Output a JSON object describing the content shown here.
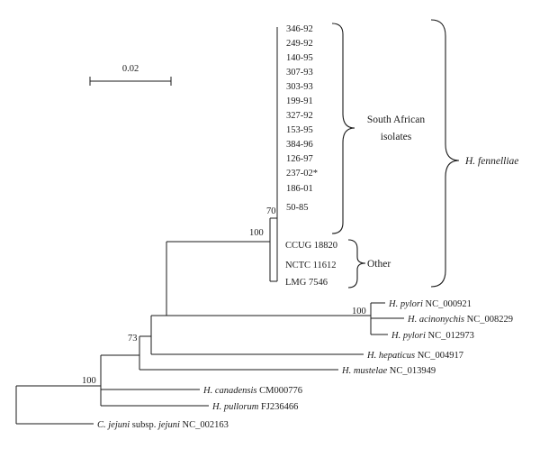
{
  "scale_bar": {
    "label": "0.02"
  },
  "bootstrap": {
    "b100_root": "100",
    "b73": "73",
    "b100_fenn": "100",
    "b70": "70",
    "b100_pylori": "100"
  },
  "taxa": {
    "sa": [
      "346-92",
      "249-92",
      "140-95",
      "307-93",
      "303-93",
      "199-91",
      "327-92",
      "153-95",
      "384-96",
      "126-97",
      "237-02*",
      "186-01",
      "50-85"
    ],
    "other": [
      "CCUG 18820",
      "NCTC 11612",
      "LMG 7546"
    ],
    "hp1": {
      "species": "H. pylori",
      "acc": " NC_000921"
    },
    "hacin": {
      "species": "H. acinonychis",
      "acc": " NC_008229"
    },
    "hp2": {
      "species": "H. pylori",
      "acc": " NC_012973"
    },
    "hhep": {
      "species": "H. hepaticus",
      "acc": " NC_004917"
    },
    "hmus": {
      "species": "H. mustelae",
      "acc": " NC_013949"
    },
    "hcan": {
      "species": "H. canadensis",
      "acc": " CM000776"
    },
    "hpul": {
      "species": "H. pullorum",
      "acc": " FJ236466"
    },
    "cjej": {
      "genus": "C. jejuni",
      "subsp": " subsp. ",
      "epithet": "jejuni",
      "acc": " NC_002163"
    }
  },
  "groups": {
    "south_african": [
      "South African",
      "isolates"
    ],
    "other": "Other",
    "fennelliae": "H. fennelliae"
  }
}
